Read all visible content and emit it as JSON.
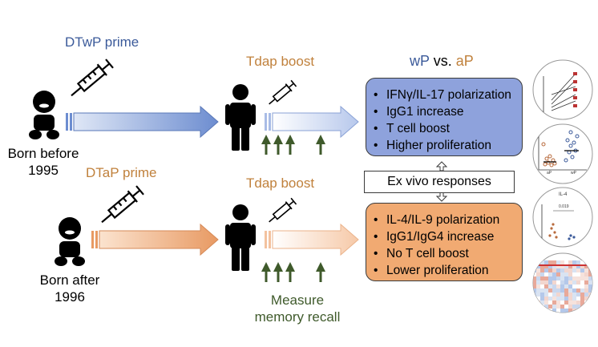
{
  "labels": {
    "dtwp_prime": "DTwP prime",
    "dtap_prime": "DTaP prime",
    "tdap_boost_top": "Tdap boost",
    "tdap_boost_bottom": "Tdap boost",
    "wp": "wP",
    "vs": "vs.",
    "ap": "aP",
    "born_before_line1": "Born before",
    "born_before_line2": "1995",
    "born_after_line1": "Born after",
    "born_after_line2": "1996",
    "measure_line1": "Measure",
    "measure_line2": "memory recall",
    "ex_vivo": "Ex vivo responses"
  },
  "wp_box": {
    "items": [
      "IFNγ/IL-17 polarization",
      "IgG1 increase",
      "T cell boost",
      "Higher proliferation"
    ]
  },
  "ap_box": {
    "items": [
      "IL-4/IL-9 polarization",
      "IgG1/IgG4 increase",
      "No T cell boost",
      "Lower proliferation"
    ]
  },
  "thumbnails": {
    "il4_label": "IL-4",
    "il4_pvalue": "0.019",
    "scatter_axis": [
      "aP",
      "wP"
    ]
  },
  "colors": {
    "wp_blue": "#3b5a9a",
    "ap_orange": "#c0813c",
    "measure_green": "#3f5a2b",
    "wp_box_fill": "#8ea2dc",
    "ap_box_fill": "#f1aa72"
  }
}
